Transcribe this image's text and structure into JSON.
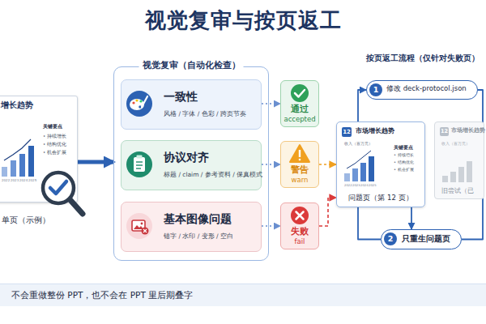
{
  "diagram": {
    "title": "视觉复审与按页返工",
    "caption": "不会重做整份 PPT，也不会在 PPT 里后期叠字",
    "nodes": [
      {
        "text": [
          "增长趋势",
          "关键要点",
          "• 持续增长",
          "• 结构优化",
          "• 机会扩展",
          "2022",
          "2023",
          "2024",
          "2025"
        ]
      },
      {
        "text": [
          "视觉复审（自动化检查）"
        ]
      },
      {
        "text": [
          "一致性",
          "风格 / 字体 / 色彩 / 跨页节奏"
        ],
        "in": 1
      },
      {
        "text": [
          "协议对齐",
          "标题 / claim / 参考资料 / 保真模式"
        ],
        "in": 1
      },
      {
        "text": [
          "基本图像问题",
          "错字 / 水印 / 变形 / 空白"
        ],
        "in": 1
      },
      {
        "text": [
          "通过",
          "accepted"
        ]
      },
      {
        "text": [
          "警告",
          "warn"
        ]
      },
      {
        "text": [
          "失败",
          "fail"
        ]
      },
      {
        "text": [
          "1",
          "修改 deck-protocol.json"
        ]
      },
      {
        "text": [
          "12",
          "市场增长趋势",
          "收入（百万元）",
          "关键要点",
          "• 持续增长",
          "• 结构优化",
          "• 机会扩展",
          "2022",
          "2023",
          "2024",
          "2025",
          "问题页（第 12 页）"
        ]
      },
      {
        "text": [
          "12",
          "市场增长趋势",
          "收入（百万元）",
          "旧尝试（已"
        ]
      },
      {
        "text": [
          "2",
          "只重生问题页"
        ]
      }
    ],
    "edges": [
      {
        "from": 0,
        "to": 1,
        "arrow": "to"
      },
      {
        "from": 2,
        "to": 5,
        "arrow": "to"
      },
      {
        "from": 3,
        "to": 6,
        "arrow": "to"
      },
      {
        "from": 4,
        "to": 7,
        "arrow": "to"
      },
      {
        "from": 6,
        "to": 9,
        "arrow": "to"
      },
      {
        "from": 7,
        "to": 9,
        "arrow": "to"
      },
      {
        "from": 9,
        "to": 11,
        "arrow": "to"
      },
      {
        "from": 11,
        "to": 8,
        "arrow": "to"
      },
      {
        "from": 8,
        "to": 11,
        "arrow": "none"
      }
    ],
    "labels": [
      "单页（示例）",
      "按页返工流程（仅针对失败页）"
    ]
  }
}
